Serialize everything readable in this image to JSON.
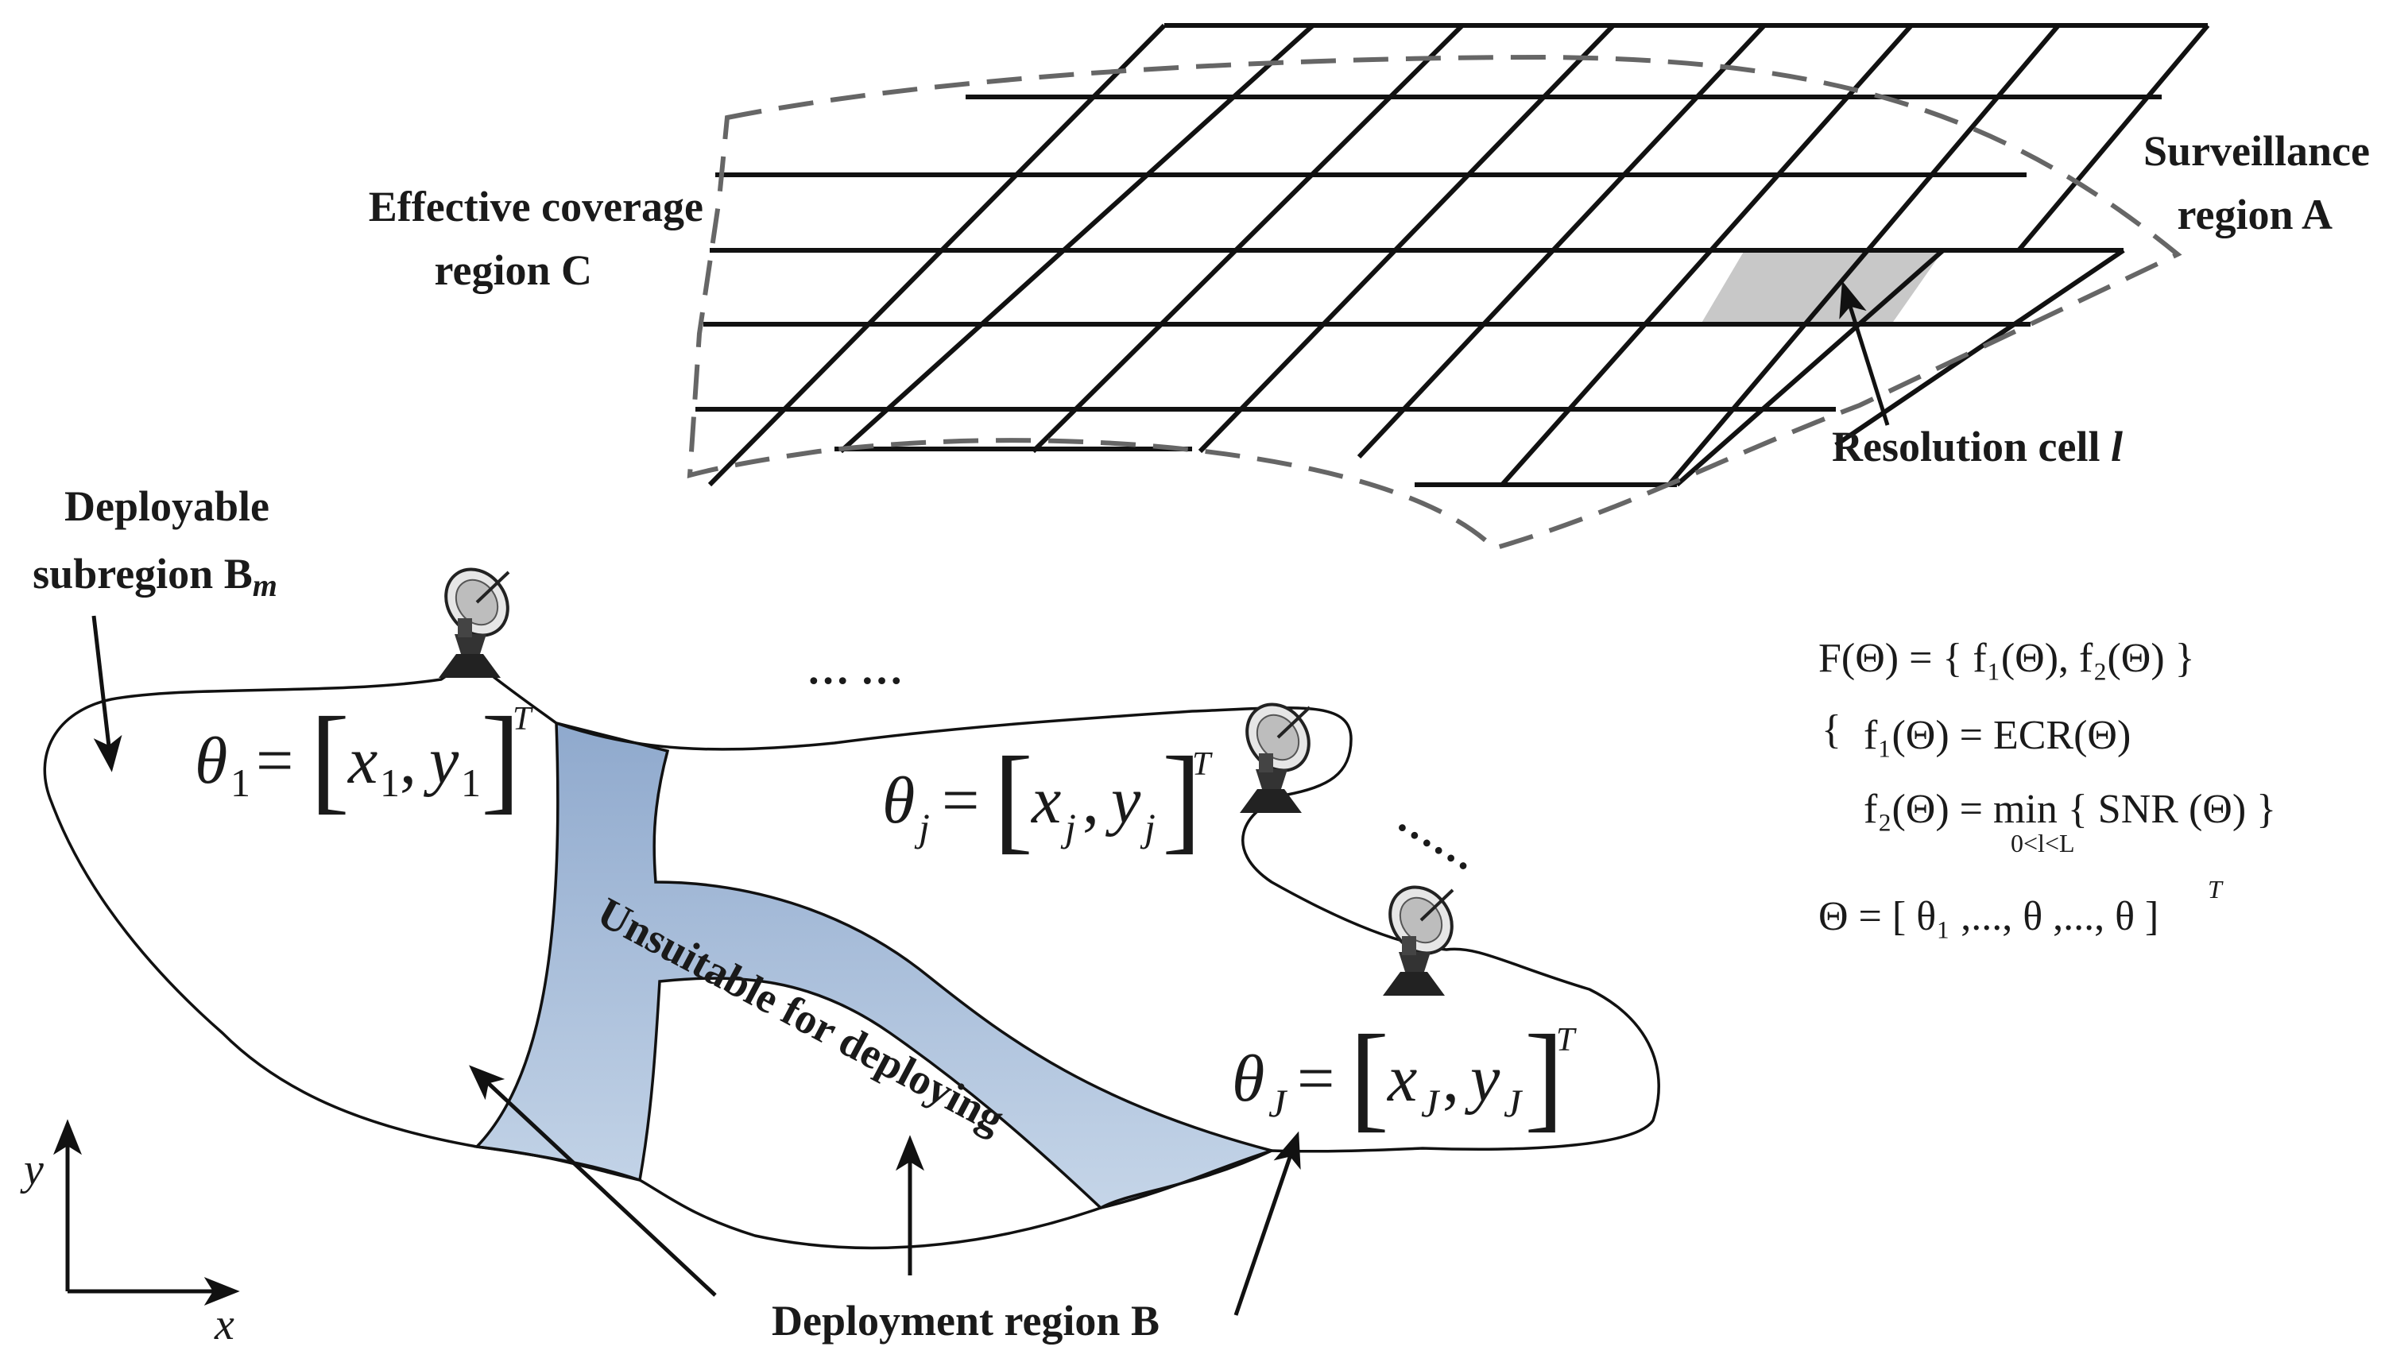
{
  "labels": {
    "surveillance_line1": "Surveillance",
    "surveillance_line2": "region A",
    "coverage_line1": "Effective coverage",
    "coverage_line2": "region C",
    "resolution_cell": "Resolution cell ",
    "resolution_cell_index": "l",
    "deployable_line1": "Deployable",
    "deployable_line2": "subregion B",
    "deployable_subscript": "m",
    "unsuitable": "Unsuitable for deploying",
    "deployment_region": "Deployment region B",
    "axis_x": "x",
    "axis_y": "y",
    "dots_top": "… …",
    "dots_right": "……"
  },
  "positions": {
    "theta1": {
      "sym": "θ",
      "index": "1",
      "x": "x",
      "y": "y",
      "sup": "T"
    },
    "thetaj": {
      "sym": "θ",
      "index": "j",
      "x": "x",
      "y": "y",
      "sup": "T"
    },
    "thetaJ": {
      "sym": "θ",
      "index": "J",
      "x": "x",
      "y": "y",
      "sup": "T"
    }
  },
  "equations": {
    "F_def": "F(Θ) = { f₁(Θ), f₂(Θ) }",
    "f1_def": "f₁(Θ) = ECR(Θ)",
    "f2_def": "f₂(Θ) = min { SNR (Θ) }",
    "f2_min_range": "0<l<L",
    "theta_vec": "Θ = [ θ₁ ,..., θ ,..., θ ]",
    "theta_vec_sup": "T"
  },
  "colors": {
    "unsuitable_fill_top": "#8fa9cd",
    "unsuitable_fill_bottom": "#c5d5e8",
    "cell_fill": "#c8c8c8",
    "dashed_outline": "#666666",
    "ink": "#111111"
  },
  "icons": [
    "radar-dish-icon",
    "radar-dish-icon",
    "radar-dish-icon"
  ]
}
